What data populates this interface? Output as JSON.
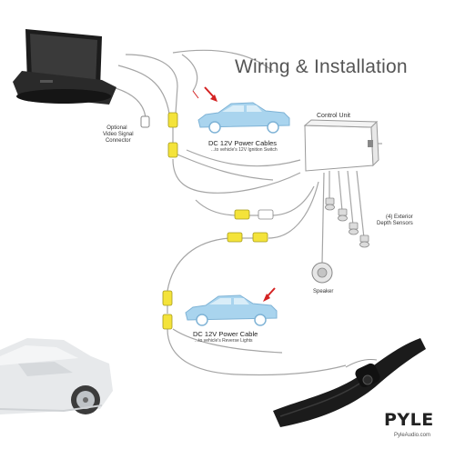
{
  "title": "Wiring & Installation",
  "control_unit_label": "Control Unit",
  "optional_connector": {
    "line1": "Optional",
    "line2": "Video Signal",
    "line3": "Connector"
  },
  "power_cables_top": {
    "label": "DC 12V Power Cables",
    "sub": "...to vehicle's 12V Ignition Switch"
  },
  "power_cable_bottom": {
    "label": "DC 12V Power Cable",
    "sub": "...to vehicle's Reverse Lights"
  },
  "sensors": {
    "line1": "(4) Exterior",
    "line2": "Depth  Sensors"
  },
  "speaker_label": "Speaker",
  "brand": {
    "name": "PYLE",
    "url": "PyleAudio.com"
  },
  "colors": {
    "connector_yellow": "#f4e33a",
    "connector_white": "#ffffff",
    "car_blue": "#a9d4ee",
    "arrow_red": "#d42222",
    "wire_gray": "#9a9a9a",
    "device_black": "#1b1b1b"
  }
}
